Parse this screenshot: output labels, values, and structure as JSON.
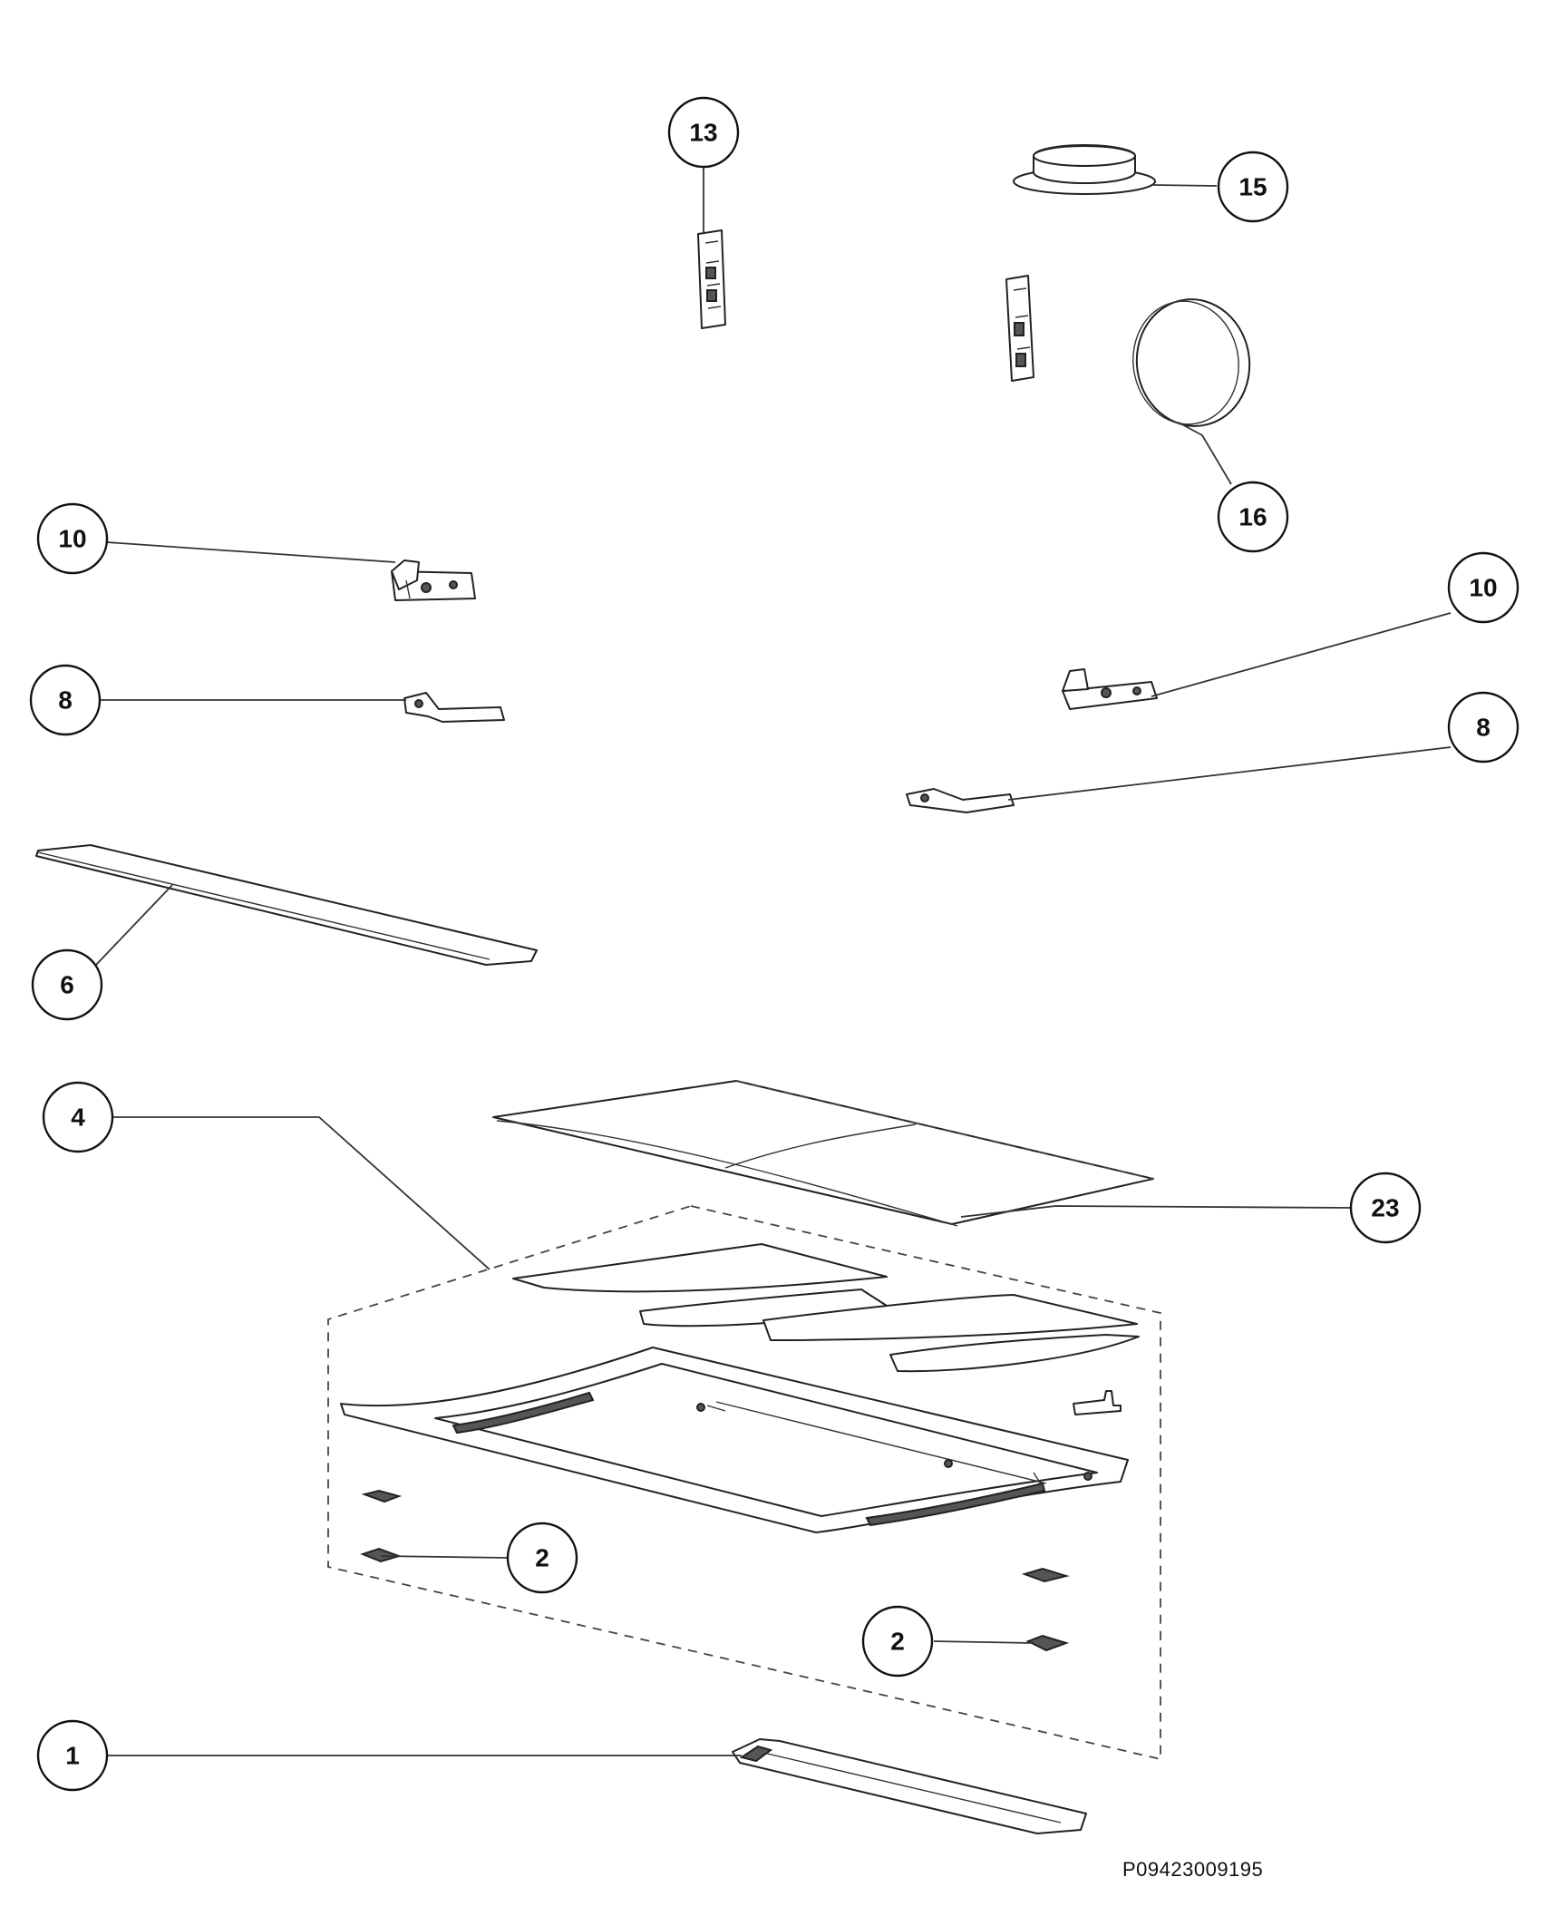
{
  "drawing_code": "P09423009195",
  "callouts": [
    "13",
    "15",
    "16",
    "10",
    "10",
    "8",
    "8",
    "6",
    "4",
    "23",
    "2",
    "2",
    "1"
  ]
}
